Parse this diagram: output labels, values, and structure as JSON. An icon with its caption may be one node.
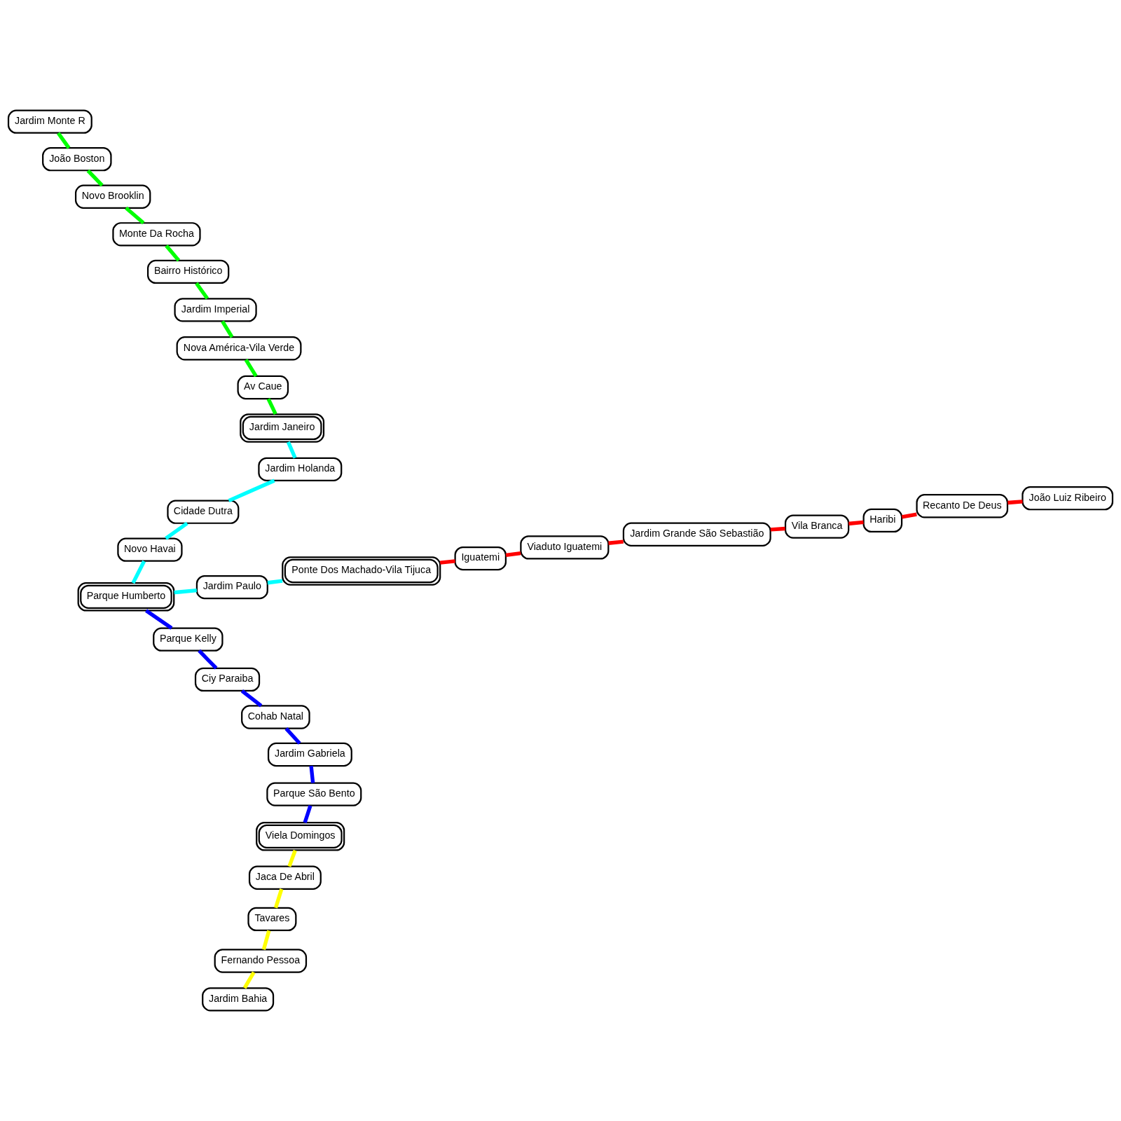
{
  "diagram": {
    "nodes": [
      {
        "text": [
          "Jardim Bahia"
        ]
      },
      {
        "text": [
          "Fernando Pessoa"
        ]
      },
      {
        "text": [
          "Tavares"
        ]
      },
      {
        "text": [
          "Jaca De Abril"
        ]
      },
      {
        "text": [
          "Viela Domingos"
        ]
      },
      {
        "text": [
          "Parque São Bento"
        ]
      },
      {
        "text": [
          "Jardim Gabriela"
        ]
      },
      {
        "text": [
          "Cohab Natal"
        ]
      },
      {
        "text": [
          "Ciy Paraiba"
        ]
      },
      {
        "text": [
          "Parque Kelly"
        ]
      },
      {
        "text": [
          "Parque Humberto"
        ]
      },
      {
        "text": [
          "Novo Havai"
        ]
      },
      {
        "text": [
          "Cidade Dutra"
        ]
      },
      {
        "text": [
          "Jardim Holanda"
        ]
      },
      {
        "text": [
          "Jardim Janeiro"
        ]
      },
      {
        "text": [
          "Av Caue"
        ]
      },
      {
        "text": [
          "Nova América-Vila Verde"
        ]
      },
      {
        "text": [
          "Jardim Imperial"
        ]
      },
      {
        "text": [
          "Bairro Histórico"
        ]
      },
      {
        "text": [
          "Monte Da Rocha"
        ]
      },
      {
        "text": [
          "Novo Brooklin"
        ]
      },
      {
        "text": [
          "João Boston"
        ]
      },
      {
        "text": [
          "Jardim Monte R"
        ]
      },
      {
        "text": [
          "Jardim Paulo"
        ]
      },
      {
        "text": [
          "Ponte Dos Machado-Vila Tijuca"
        ]
      },
      {
        "text": [
          "Iguatemi"
        ]
      },
      {
        "text": [
          "Viaduto Iguatemi"
        ]
      },
      {
        "text": [
          "Jardim Grande São Sebastião"
        ]
      },
      {
        "text": [
          "Vila Branca"
        ]
      },
      {
        "text": [
          "Haribi"
        ]
      },
      {
        "text": [
          "Recanto De Deus"
        ]
      },
      {
        "text": [
          "João Luiz Ribeiro"
        ]
      }
    ],
    "edges": [
      {
        "from": 0,
        "to": 1,
        "arrow": "none",
        "color": "#ffff00"
      },
      {
        "from": 1,
        "to": 2,
        "arrow": "none",
        "color": "#ffff00"
      },
      {
        "from": 2,
        "to": 3,
        "arrow": "none",
        "color": "#ffff00"
      },
      {
        "from": 3,
        "to": 4,
        "arrow": "none",
        "color": "#ffff00"
      },
      {
        "from": 4,
        "to": 5,
        "arrow": "none",
        "color": "#0000ff"
      },
      {
        "from": 5,
        "to": 6,
        "arrow": "none",
        "color": "#0000ff"
      },
      {
        "from": 6,
        "to": 7,
        "arrow": "none",
        "color": "#0000ff"
      },
      {
        "from": 7,
        "to": 8,
        "arrow": "none",
        "color": "#0000ff"
      },
      {
        "from": 8,
        "to": 9,
        "arrow": "none",
        "color": "#0000ff"
      },
      {
        "from": 9,
        "to": 10,
        "arrow": "none",
        "color": "#0000ff"
      },
      {
        "from": 14,
        "to": 13,
        "arrow": "none",
        "color": "#00ffff"
      },
      {
        "from": 13,
        "to": 12,
        "arrow": "none",
        "color": "#00ffff"
      },
      {
        "from": 12,
        "to": 11,
        "arrow": "none",
        "color": "#00ffff"
      },
      {
        "from": 11,
        "to": 10,
        "arrow": "none",
        "color": "#00ffff"
      },
      {
        "from": 10,
        "to": 23,
        "arrow": "none",
        "color": "#00ffff"
      },
      {
        "from": 23,
        "to": 24,
        "arrow": "none",
        "color": "#00ffff"
      },
      {
        "from": 14,
        "to": 15,
        "arrow": "none",
        "color": "#00ff00"
      },
      {
        "from": 15,
        "to": 16,
        "arrow": "none",
        "color": "#00ff00"
      },
      {
        "from": 16,
        "to": 17,
        "arrow": "none",
        "color": "#00ff00"
      },
      {
        "from": 17,
        "to": 18,
        "arrow": "none",
        "color": "#00ff00"
      },
      {
        "from": 18,
        "to": 19,
        "arrow": "none",
        "color": "#00ff00"
      },
      {
        "from": 19,
        "to": 20,
        "arrow": "none",
        "color": "#00ff00"
      },
      {
        "from": 20,
        "to": 21,
        "arrow": "none",
        "color": "#00ff00"
      },
      {
        "from": 21,
        "to": 22,
        "arrow": "none",
        "color": "#00ff00"
      },
      {
        "from": 24,
        "to": 25,
        "arrow": "none",
        "color": "#ff0000"
      },
      {
        "from": 25,
        "to": 26,
        "arrow": "none",
        "color": "#ff0000"
      },
      {
        "from": 26,
        "to": 27,
        "arrow": "none",
        "color": "#ff0000"
      },
      {
        "from": 27,
        "to": 28,
        "arrow": "none",
        "color": "#ff0000"
      },
      {
        "from": 28,
        "to": 29,
        "arrow": "none",
        "color": "#ff0000"
      },
      {
        "from": 29,
        "to": 30,
        "arrow": "none",
        "color": "#ff0000"
      },
      {
        "from": 30,
        "to": 31,
        "arrow": "none",
        "color": "#ff0000"
      }
    ]
  }
}
